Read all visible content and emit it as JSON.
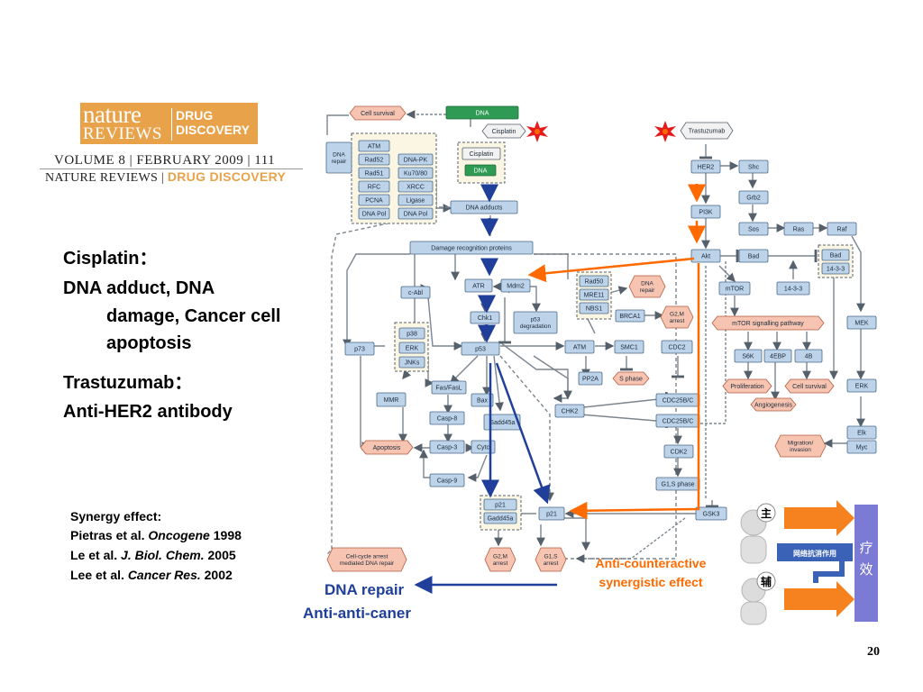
{
  "logo": {
    "word1": "nature",
    "word2": "REVIEWS",
    "brand_line1": "DRUG",
    "brand_line2": "DISCOVERY"
  },
  "journal": {
    "line1": "VOLUME 8 | FEBRUARY 2009 | 111",
    "line2_a": "NATURE REVIEWS |",
    "line2_b": "DRUG DISCOVERY"
  },
  "left_text": {
    "cisplatin_heading": "Cisplatin：",
    "cisplatin_line1": "DNA adduct, DNA",
    "cisplatin_line2": "damage, Cancer cell",
    "cisplatin_line3": "apoptosis",
    "trastuzumab_heading": "Trastuzumab：",
    "trastuzumab_line1": "Anti-HER2 antibody"
  },
  "references": {
    "title": "Synergy effect:",
    "r1_a": "Pietras et al. ",
    "r1_j": "Oncogene",
    "r1_y": " 1998",
    "r2_a": "Le et al. ",
    "r2_j": "J. Biol. Chem.",
    "r2_y": " 2005",
    "r3_a": "Lee et al. ",
    "r3_j": "Cancer Res.",
    "r3_y": " 2002"
  },
  "annotations": {
    "dna_repair": "DNA repair",
    "anti_anti": "Anti-anti-caner",
    "counter1": "Anti-counteractive",
    "counter2": "synergistic effect"
  },
  "illustration": {
    "label_top": "主",
    "label_bottom": "辅",
    "center": "网络抗消作用",
    "right": "疗\n效"
  },
  "page_number": "20",
  "colors": {
    "logo_orange": "#e8a24a",
    "node_blue": "#bcd3ea",
    "node_salmon": "#f7c4b2",
    "dna_green": "#2e9a54",
    "arrow_orange": "#ff6a00",
    "arrow_navy": "#1f3f9a"
  },
  "pathway": {
    "cell_survival_top": "Cell survival",
    "dna": "DNA",
    "cisplatin": "Cisplatin",
    "trastuzumab": "Trastuzumab",
    "dna_repair_group": "DNA\nrepair",
    "atm": "ATM",
    "rad52": "Rad52",
    "rad51": "Rad51",
    "rfc": "RFC",
    "pcna": "PCNA",
    "dna_pol": "DNA Pol",
    "dna_pk": "DNA-PK",
    "ku70_80": "Ku70/80",
    "xrcc": "XRCC",
    "ligase": "Ligase",
    "dna_pol2": "DNA Pol",
    "cisplatin2": "Cisplatin",
    "dna2": "DNA",
    "dna_adducts": "DNA adducts",
    "damage_recog": "Damage recognition proteins",
    "her2": "HER2",
    "shc": "Shc",
    "grb2": "Grb2",
    "sos": "Sos",
    "ras": "Ras",
    "raf": "Raf",
    "pi3k": "PI3K",
    "akt": "Akt",
    "bad": "Bad",
    "bad2": "Bad",
    "p1433": "14-3-3",
    "p1433b": "14-3-3",
    "mtor": "mTOR",
    "cabl": "c-Abl",
    "atr": "ATR",
    "mdm2": "Mdm2",
    "rad50": "Rad50",
    "mre11": "MRE11",
    "nbs1": "NBS1",
    "dna_repair_node": "DNA\nrepair",
    "chk1": "Chk1",
    "p53deg": "p53\ndegradation",
    "brca1": "BRCA1",
    "g2m_arrest": "G2,M\narrest",
    "mtor_path": "mTOR signalling pathway",
    "mek": "MEK",
    "p38": "p38",
    "erk": "ERK",
    "jnks": "JNKs",
    "p73": "p73",
    "p53": "p53",
    "atm2": "ATM",
    "smc1": "SMC1",
    "cdc2": "CDC2",
    "s6k": "S6K",
    "4ebp": "4EBP",
    "4b": "4B",
    "pp2a": "PP2A",
    "s_phase": "S phase",
    "fasl": "Fas/FasL",
    "bax": "Bax",
    "mmr": "MMR",
    "chk2": "CHK2",
    "cdc25b1": "CDC25B/C",
    "cdc25b2": "CDC25B/C",
    "proliferation": "Proliferation",
    "cell_survival2": "Cell survival",
    "erk2": "ERK",
    "angiogenesis": "Angiogenesis",
    "casp8": "Casp-8",
    "gadd45a": "Gadd45a",
    "casp3": "Casp-3",
    "cytc": "Cytc",
    "apoptosis": "Apoptosis",
    "cdk2": "CDK2",
    "elk": "Elk",
    "myc": "Myc",
    "migration": "Migration/\ninvasion",
    "casp9": "Casp-9",
    "g1s_phase": "G1,S phase",
    "p21a": "p21",
    "gadd45a2": "Gadd45a",
    "p21b": "p21",
    "gsk3": "GSK3",
    "cc_arrest": "Cell-cycle arrest\nmediated DNA repair",
    "g2m_arrest2": "G2,M\narrest",
    "g1s_arrest": "G1,S\narrest"
  }
}
